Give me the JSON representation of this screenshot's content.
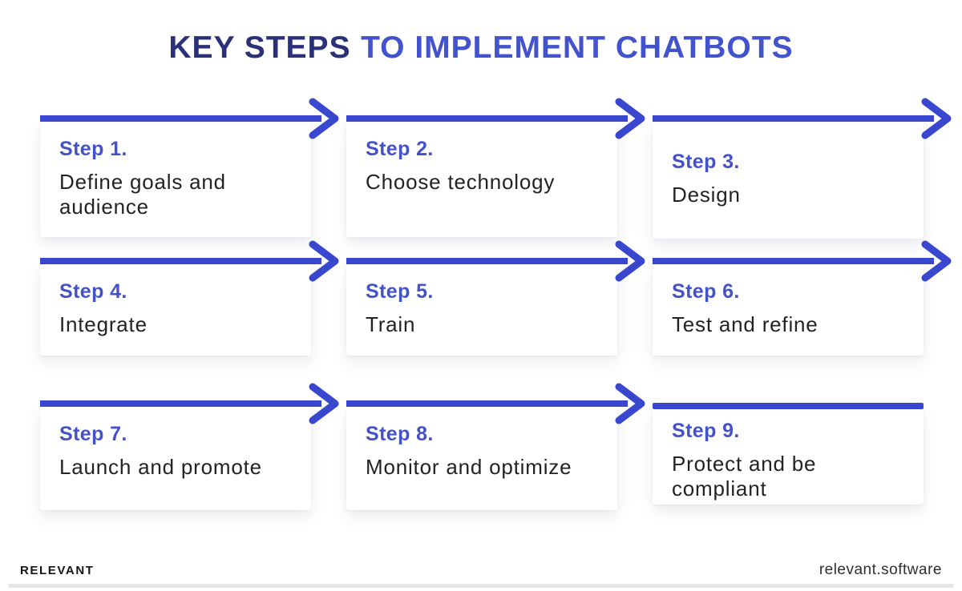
{
  "title": {
    "emphasis": "KEY STEPS",
    "rest": "TO IMPLEMENT CHATBOTS"
  },
  "colors": {
    "title_dark": "#2b3178",
    "title_blue": "#4253cb",
    "arrow_blue": "#3847cd",
    "step_label_blue": "#4352c9",
    "body_text": "#232327"
  },
  "steps": [
    {
      "label": "Step 1.",
      "text": "Define goals and audience"
    },
    {
      "label": "Step 2.",
      "text": "Choose technology"
    },
    {
      "label": "Step 3.",
      "text": "Design"
    },
    {
      "label": "Step 4.",
      "text": "Integrate"
    },
    {
      "label": "Step 5.",
      "text": "Train"
    },
    {
      "label": "Step 6.",
      "text": "Test and refine"
    },
    {
      "label": "Step 7.",
      "text": "Launch and promote"
    },
    {
      "label": "Step 8.",
      "text": "Monitor and optimize"
    },
    {
      "label": "Step 9.",
      "text": "Protect and be compliant"
    }
  ],
  "footer": {
    "brand": "RELEVANT",
    "website": "relevant.software"
  }
}
